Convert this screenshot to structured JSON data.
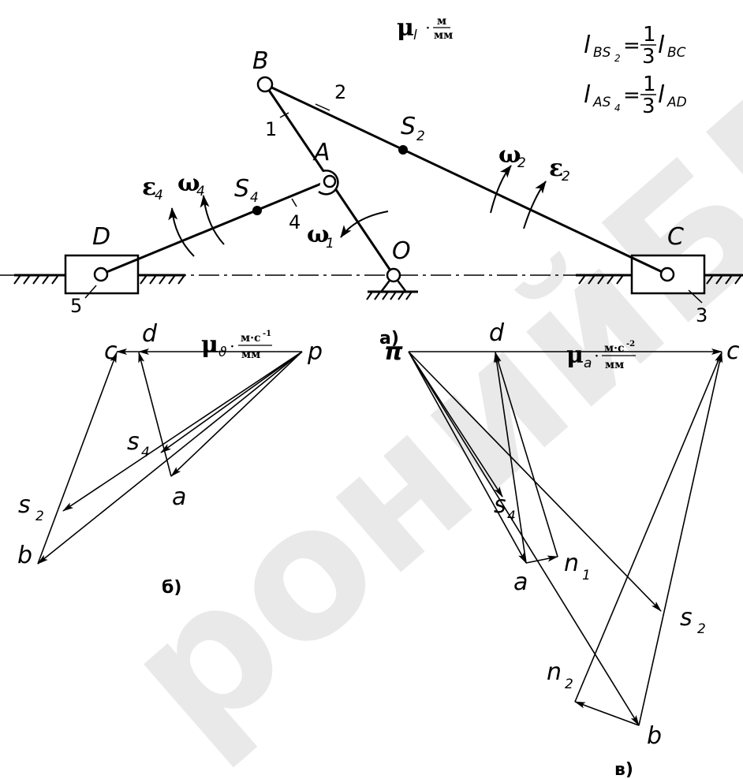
{
  "watermark": "ронийБГ",
  "mechanism": {
    "scale": {
      "symbol": "μ",
      "sub": "l",
      "unit_num": "м",
      "unit_den": "мм"
    },
    "joints": {
      "B": "B",
      "A": "A",
      "O": "O",
      "C": "C",
      "D": "D",
      "S2": "S",
      "S2_sub": "2",
      "S4": "S",
      "S4_sub": "4"
    },
    "links": {
      "l1": "1",
      "l2": "2",
      "l3": "3",
      "l4": "4",
      "l5": "5"
    },
    "omega1": "ω",
    "omega1_sub": "1",
    "omega2": "ω",
    "omega2_sub": "2",
    "eps2": "ε",
    "eps2_sub": "2",
    "omega4": "ω",
    "omega4_sub": "4",
    "eps4": "ε",
    "eps4_sub": "4",
    "caption": "а)"
  },
  "formulas": {
    "f1": {
      "lhs": "l",
      "lhs_sub": "BS",
      "lhs_subsub": "2",
      "eq": "=",
      "num": "1",
      "den": "3",
      "rhs": "l",
      "rhs_sub": "BC"
    },
    "f2": {
      "lhs": "l",
      "lhs_sub": "AS",
      "lhs_subsub": "4",
      "eq": "=",
      "num": "1",
      "den": "3",
      "rhs": "l",
      "rhs_sub": "AD"
    }
  },
  "velocity_plan": {
    "scale": {
      "symbol": "μ",
      "sub": "ϑ",
      "unit_num": "м·с",
      "unit_exp": "-1",
      "unit_den": "мм"
    },
    "points": {
      "p": "p",
      "c": "c",
      "d": "d",
      "s4": "s",
      "s4_sub": "4",
      "a": "a",
      "s2": "s",
      "s2_sub": "2",
      "b": "b"
    },
    "caption": "б)"
  },
  "acceleration_plan": {
    "scale": {
      "symbol": "μ",
      "sub": "a",
      "unit_num": "м·с",
      "unit_exp": "-2",
      "unit_den": "мм"
    },
    "points": {
      "pi": "π",
      "d": "d",
      "c": "c",
      "s4": "s",
      "s4_sub": "4",
      "a": "a",
      "n1": "n",
      "n1_sub": "1",
      "s2": "s",
      "s2_sub": "2",
      "n2": "n",
      "n2_sub": "2",
      "b": "b"
    },
    "caption": "в)"
  }
}
